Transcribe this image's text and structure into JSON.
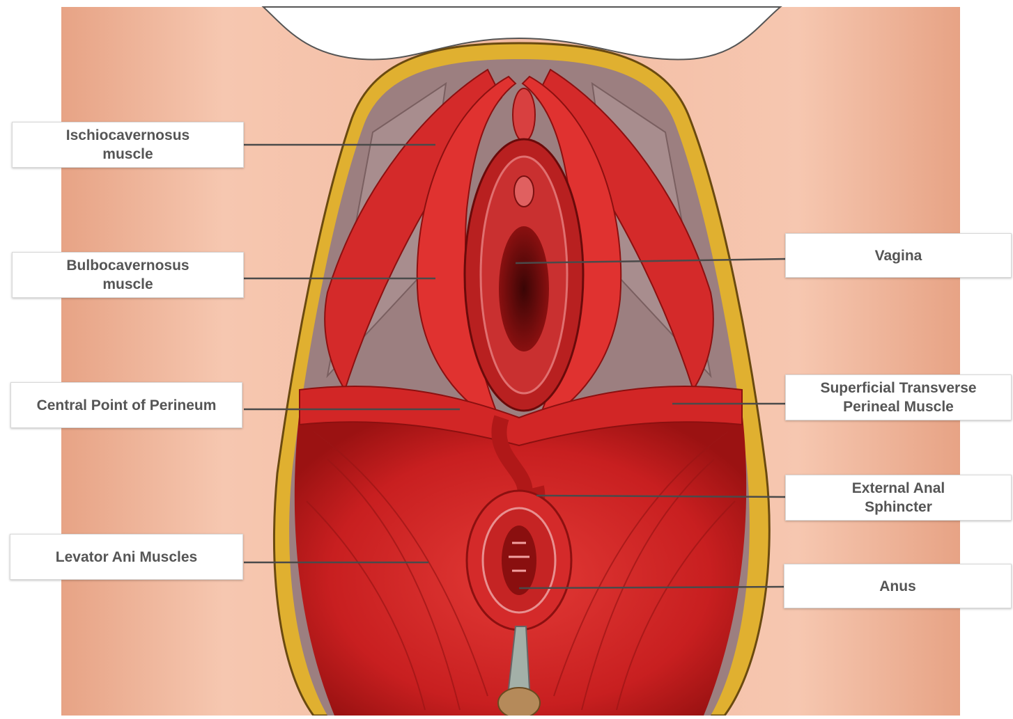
{
  "colors": {
    "skin_light": "#f6c9b3",
    "skin_dark": "#d98f6f",
    "fat_layer": "#e0b030",
    "muscle": "#d42a2a",
    "muscle_dark": "#a51414",
    "fascia": "#9c7f80",
    "label_text": "#555555",
    "leader_line": "#4a4a4a"
  },
  "labels": {
    "ischiocavernosus": {
      "line1": "Ischiocavernosus",
      "line2": "muscle"
    },
    "bulbocavernosus": {
      "line1": "Bulbocavernosus",
      "line2": "muscle"
    },
    "central_point": {
      "line1": "Central Point of Perineum"
    },
    "levator_ani": {
      "line1": "Levator Ani Muscles"
    },
    "vagina": {
      "line1": "Vagina"
    },
    "superficial_transverse": {
      "line1": "Superficial Transverse",
      "line2": "Perineal Muscle"
    },
    "external_anal": {
      "line1": "External Anal",
      "line2": "Sphincter"
    },
    "anus": {
      "line1": "Anus"
    }
  }
}
